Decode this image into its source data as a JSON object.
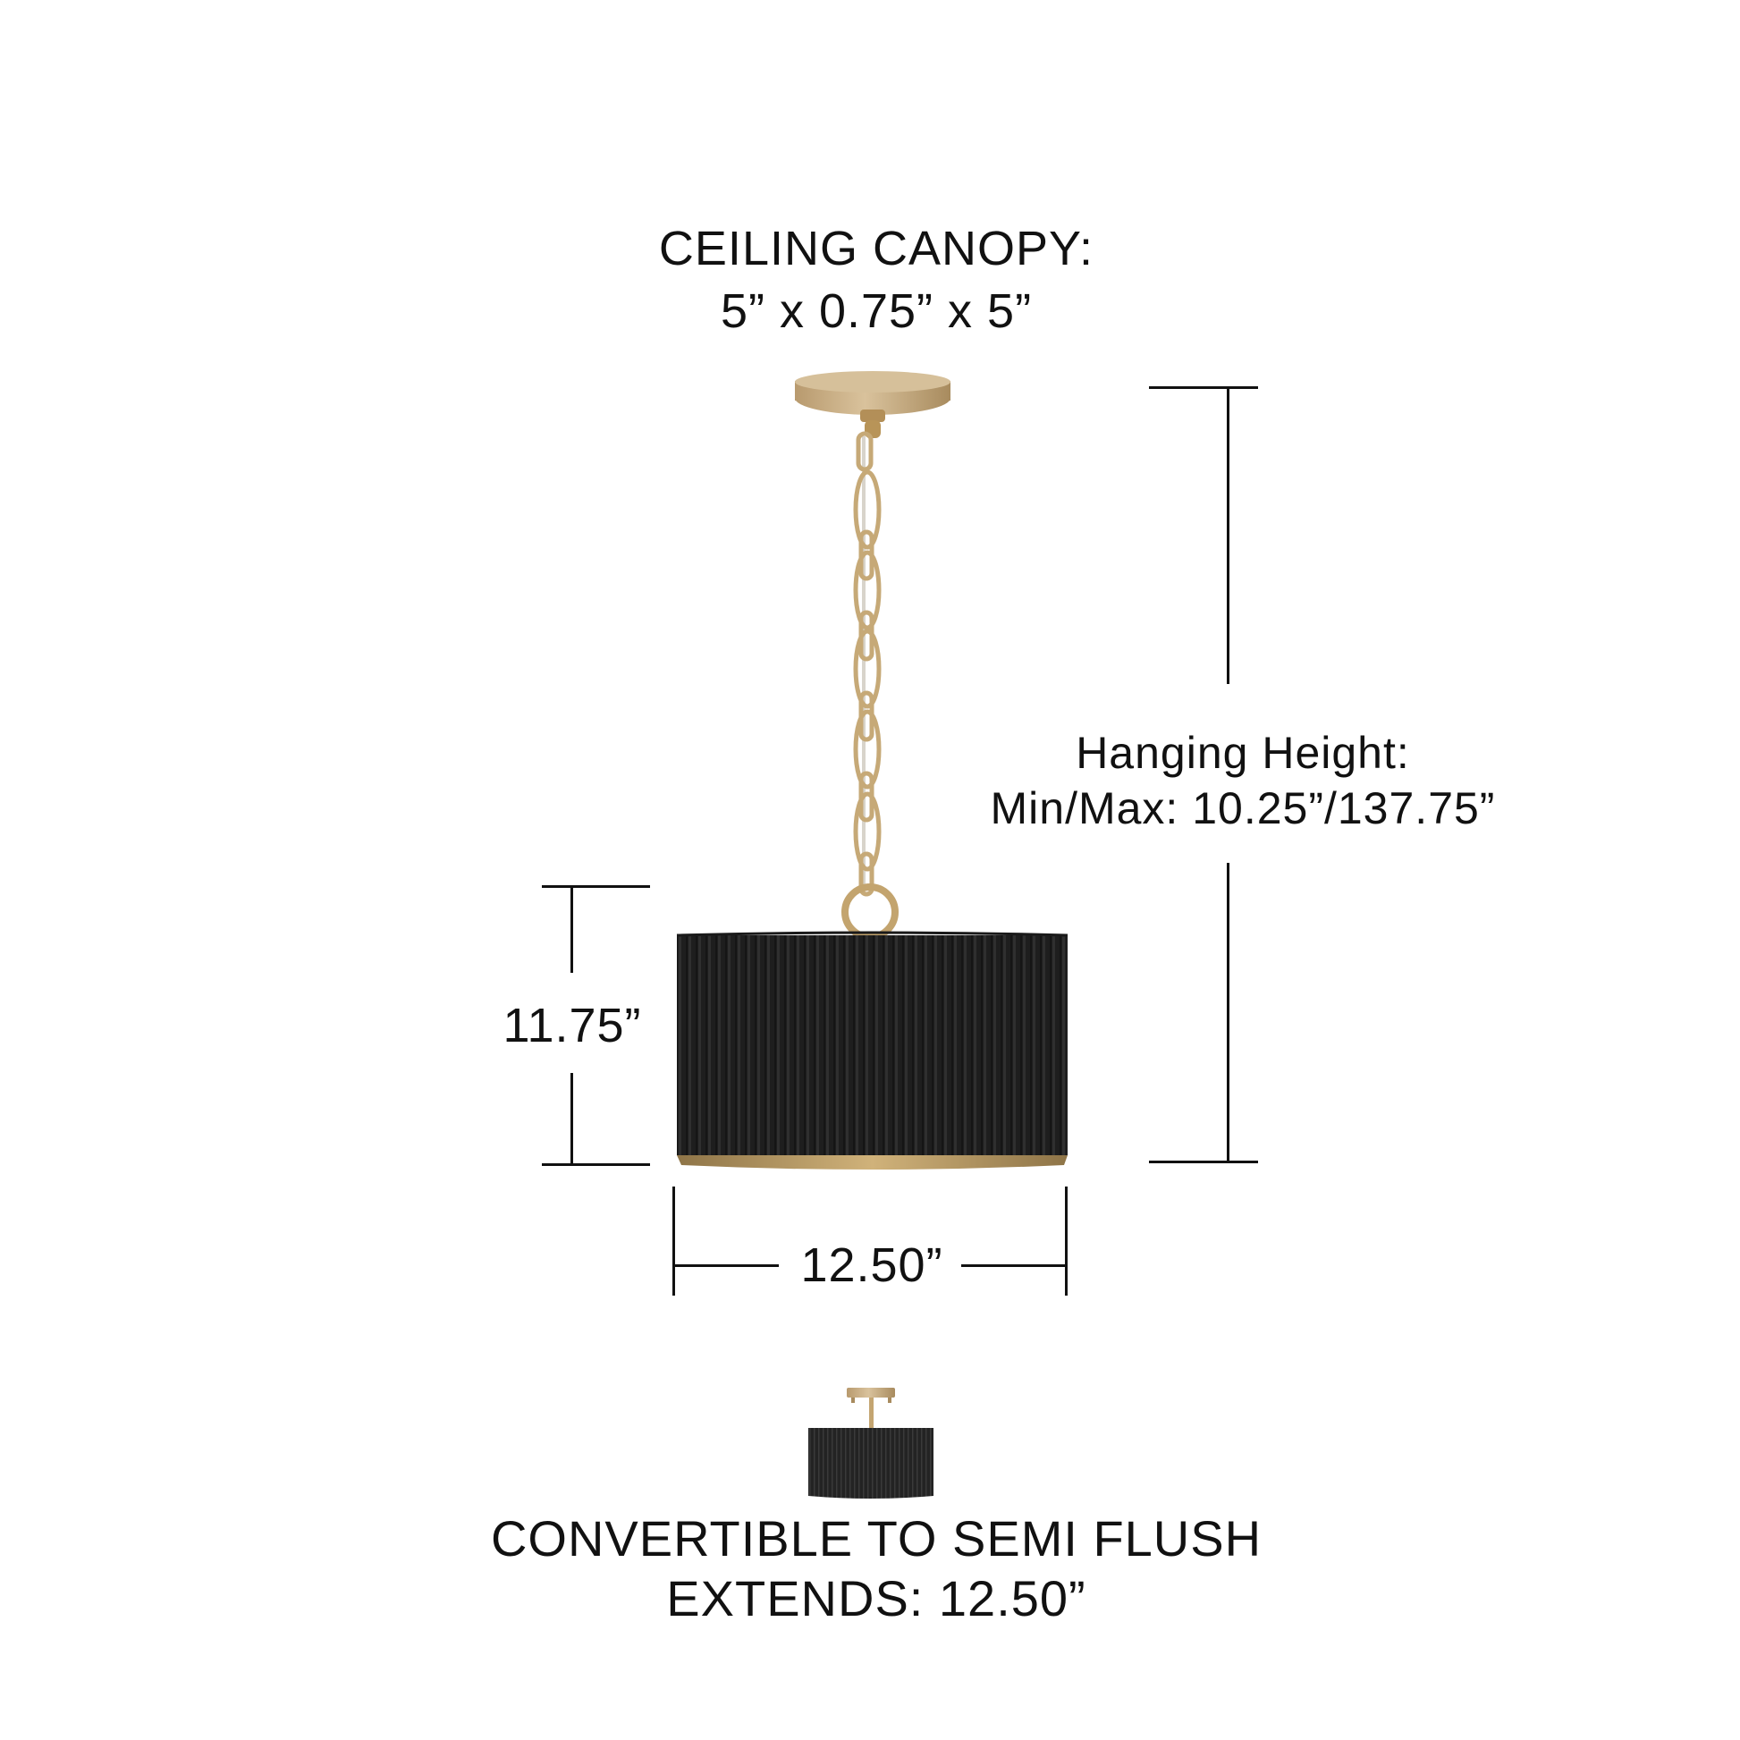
{
  "diagram": {
    "canopy": {
      "title": "CEILING CANOPY:",
      "size": "5” x 0.75” x 5”"
    },
    "hanging_height": {
      "title": "Hanging Height:",
      "value": "Min/Max: 10.25”/137.75”"
    },
    "shade_height": {
      "label": "11.75”"
    },
    "shade_width": {
      "label": "12.50”"
    },
    "semi_flush": {
      "title": "CONVERTIBLE TO SEMI FLUSH",
      "extends": "EXTENDS: 12.50”"
    }
  },
  "colors": {
    "background": "#ffffff",
    "line": "#111111",
    "brass": "#c7ab83",
    "brass_dark": "#a88b5e",
    "shade_black": "#1f1f1f",
    "shade_rib": "#2d2d2d",
    "shade_inner_gold": "#b8975e"
  }
}
